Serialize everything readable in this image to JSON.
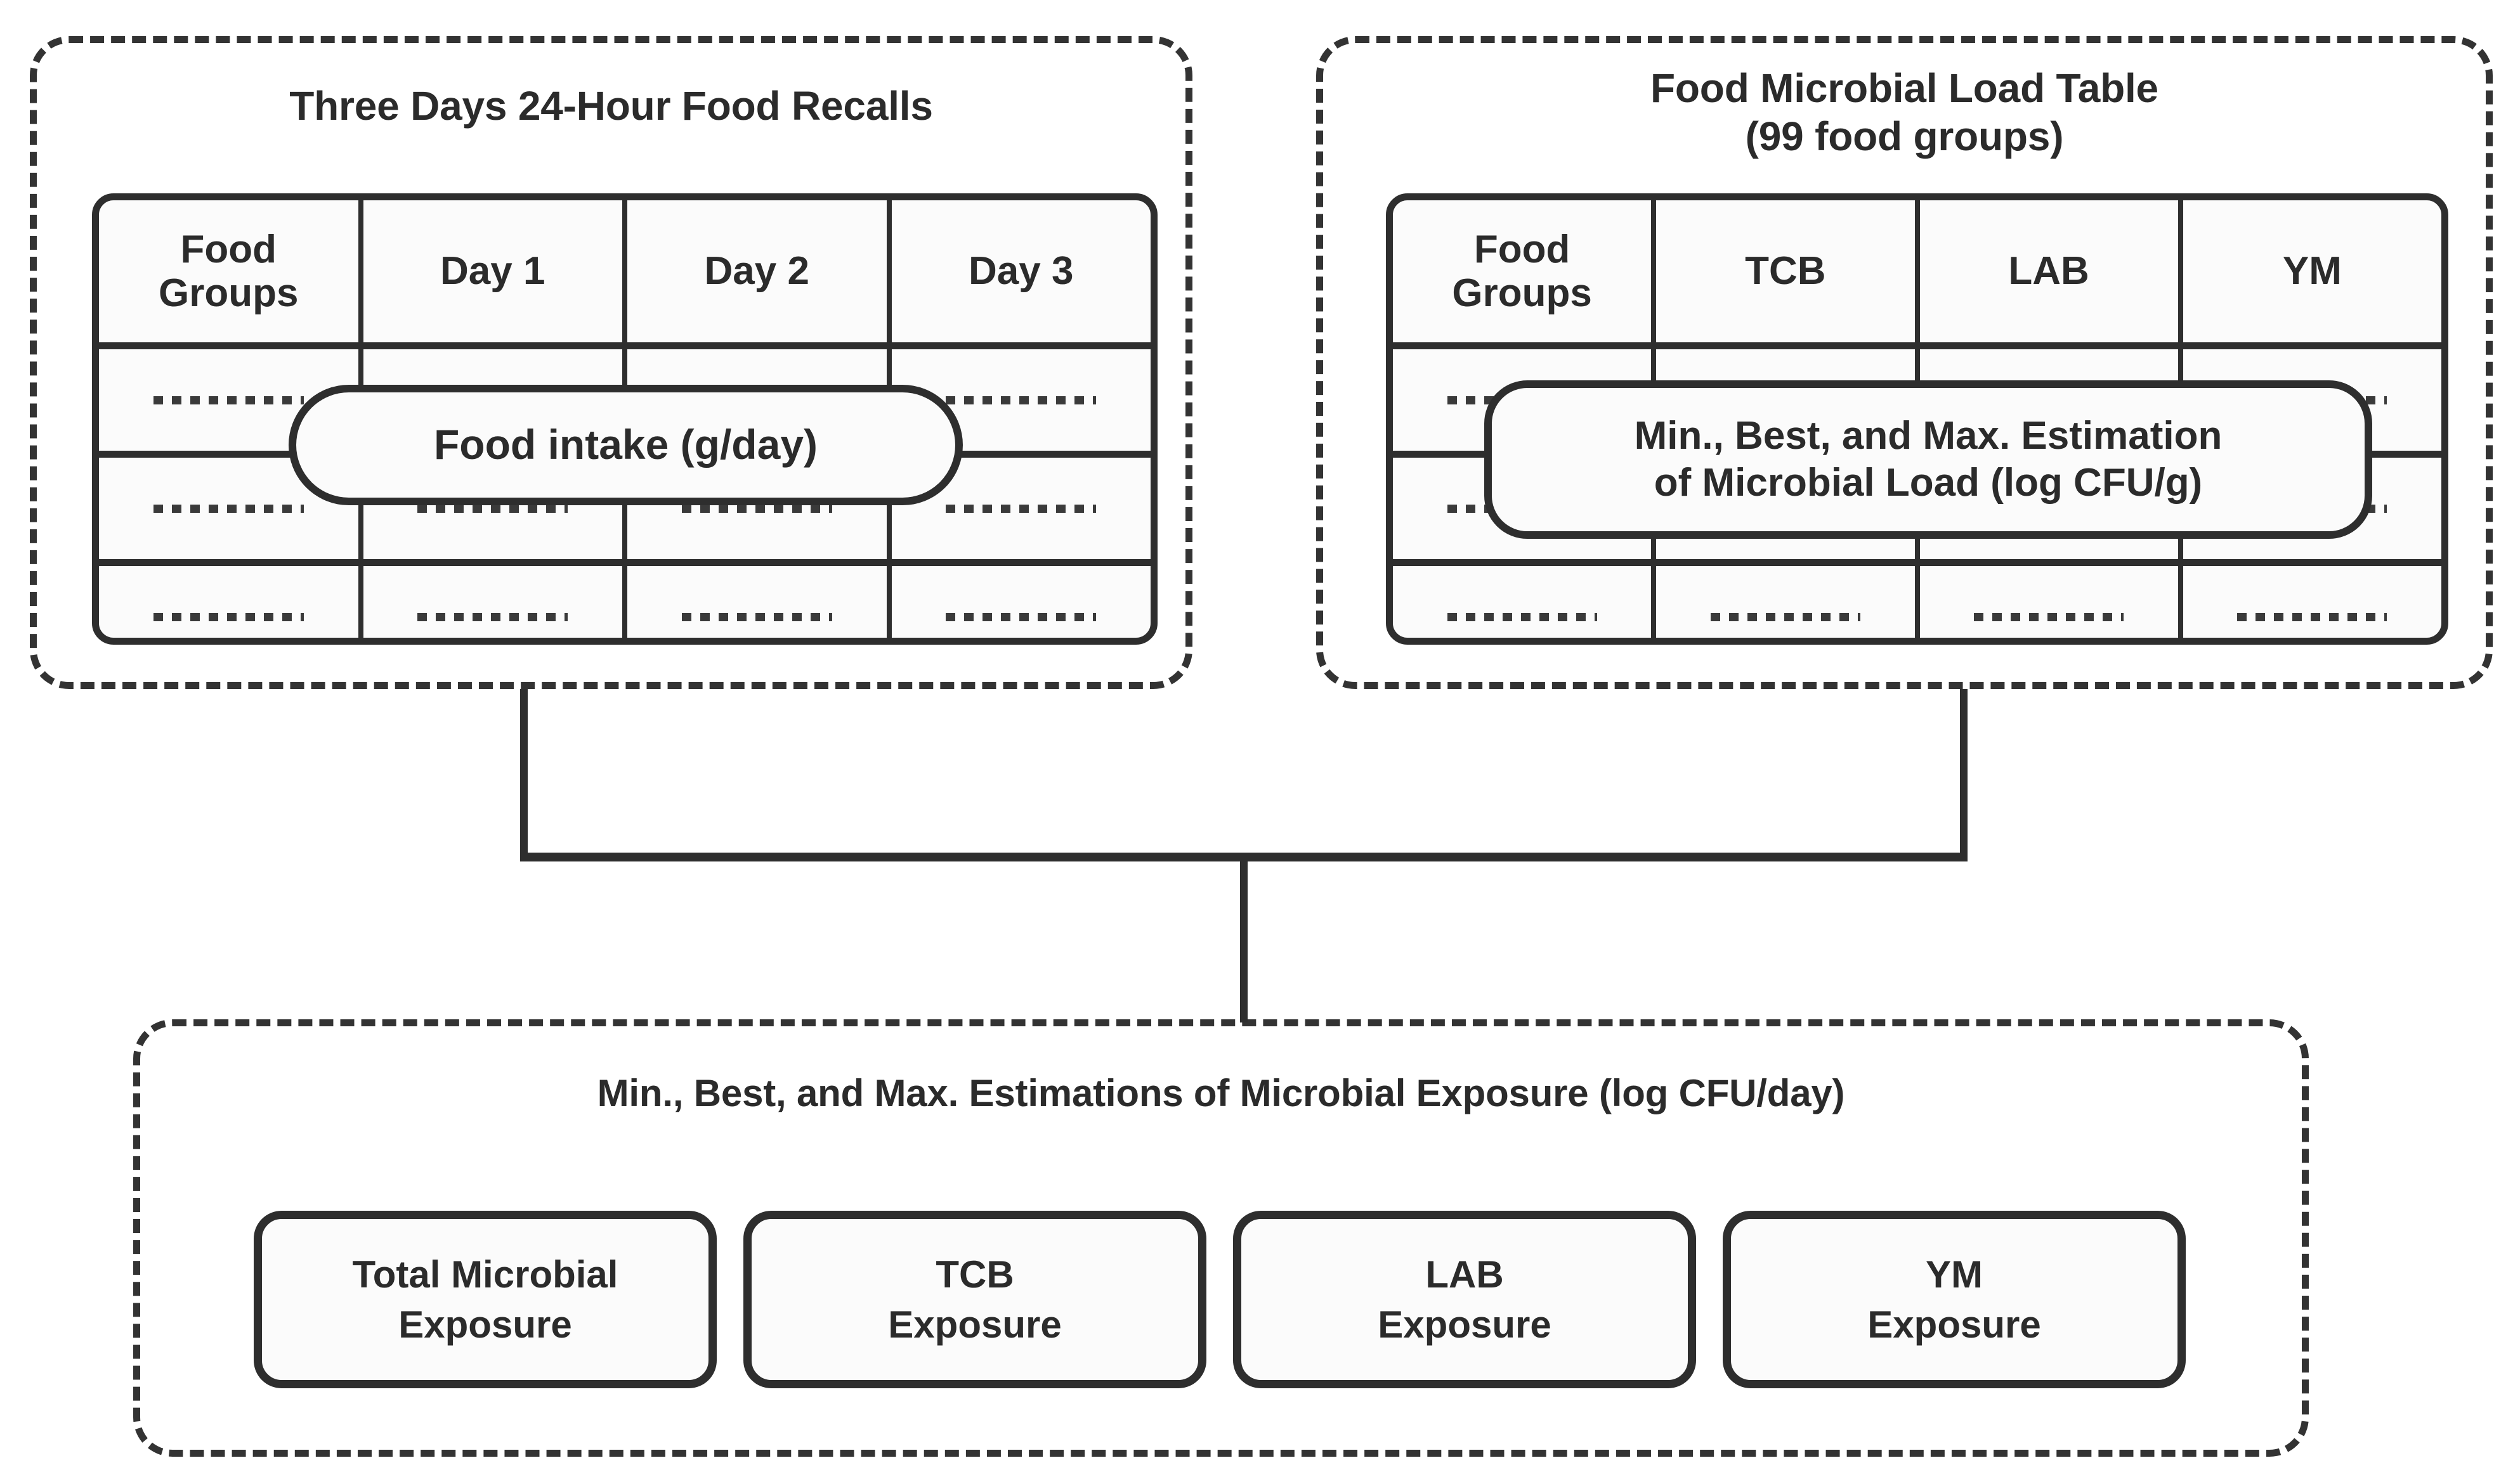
{
  "diagram": {
    "title": "Microbial Exposure Assessment Flow Diagram",
    "colors": {
      "stroke": "#2e2e2e",
      "text": "#2b2b2b",
      "background": "#ffffff",
      "fill": "#fbfbfb"
    }
  },
  "panels": {
    "recalls": {
      "title": "Three Days 24-Hour Food Recalls",
      "table": {
        "headers": [
          "Food\nGroups",
          "Day 1",
          "Day 2",
          "Day 3"
        ],
        "rows": [
          [
            "..........",
            "..........",
            "..........",
            ".........."
          ],
          [
            "..........",
            "..........",
            "..........",
            ".........."
          ],
          [
            "..........",
            "..........",
            "..........",
            ".........."
          ]
        ]
      },
      "callout": "Food intake (g/day)"
    },
    "load_table": {
      "title": "Food Microbial Load Table\n(99 food groups)",
      "table": {
        "headers": [
          "Food\nGroups",
          "TCB",
          "LAB",
          "YM"
        ],
        "rows": [
          [
            "..........",
            "..........",
            "..........",
            ".........."
          ],
          [
            "..........",
            "..........",
            "..........",
            ".........."
          ],
          [
            "..........",
            "..........",
            "..........",
            ".........."
          ]
        ]
      },
      "callout": "Min., Best, and Max. Estimation\nof Microbial Load (log CFU/g)"
    },
    "exposure": {
      "title": "Min., Best, and Max. Estimations of Microbial Exposure (log CFU/day)",
      "outcomes": [
        "Total Microbial\nExposure",
        "TCB\nExposure",
        "LAB\nExposure",
        "YM\nExposure"
      ]
    }
  },
  "connectors": {
    "description": "Both top panels join a horizontal bar that feeds a single vertical line into the bottom panel."
  }
}
